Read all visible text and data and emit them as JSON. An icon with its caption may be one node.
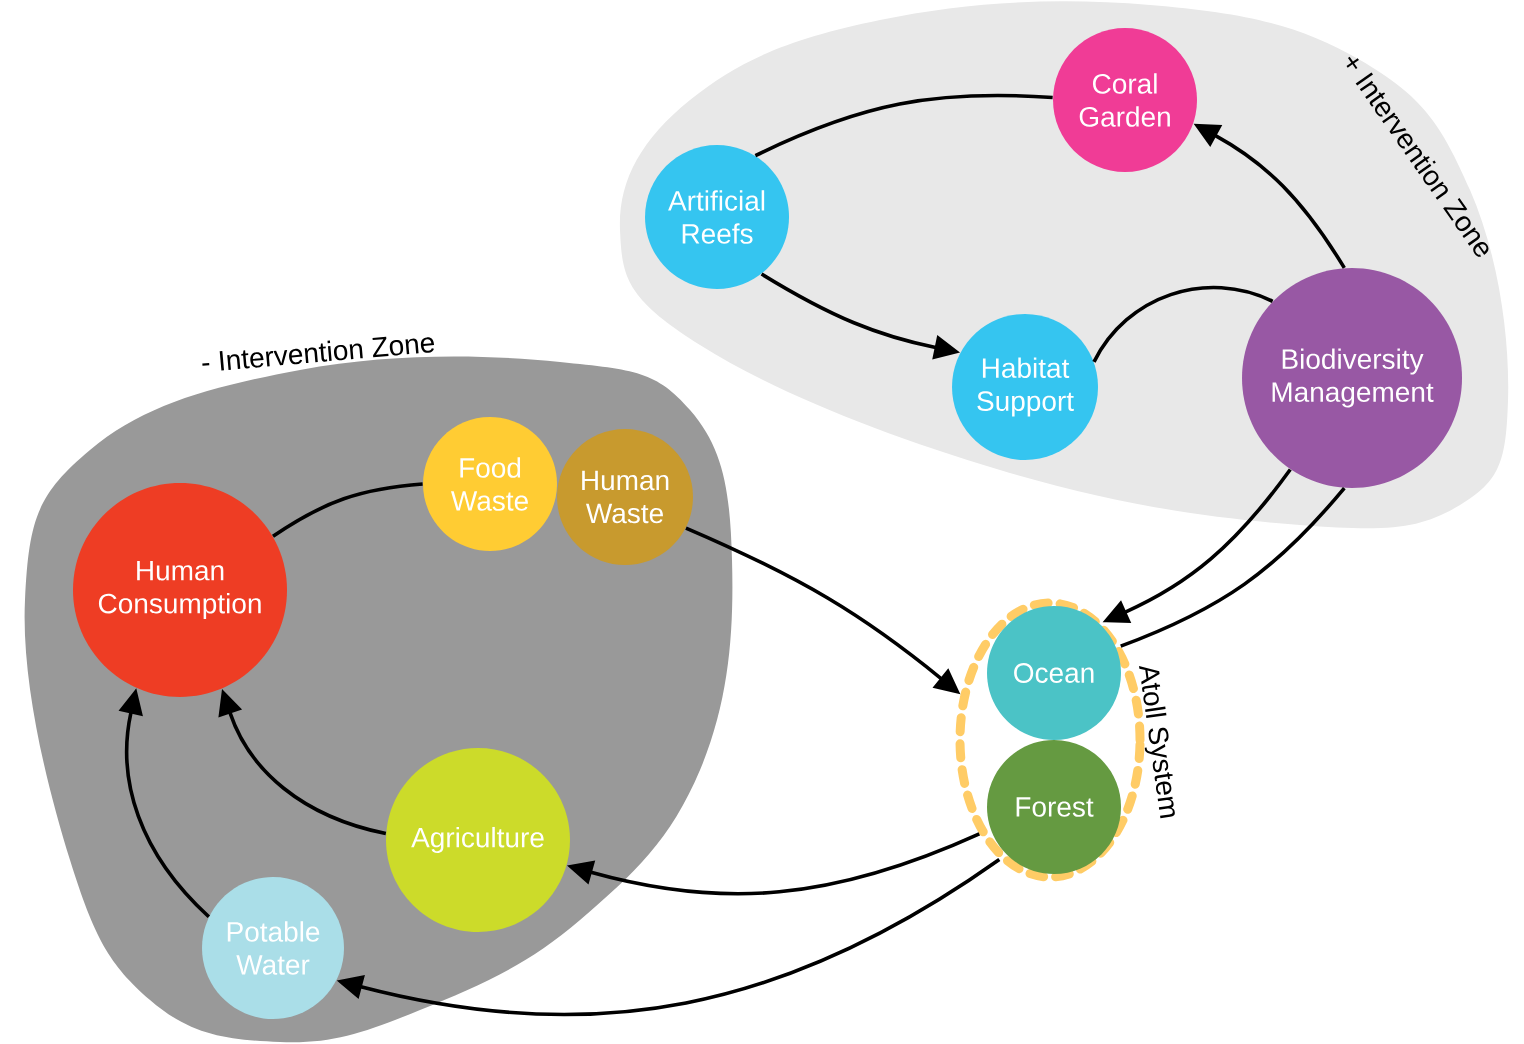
{
  "diagram": {
    "nodes": [
      {
        "text": [
          "+ Intervention Zone"
        ]
      },
      {
        "text": [
          "Coral Garden"
        ],
        "in": 0
      },
      {
        "text": [
          "Artificial Reefs"
        ],
        "in": 0
      },
      {
        "text": [
          "Habitat Support"
        ],
        "in": 0
      },
      {
        "text": [
          "Biodiversity Management"
        ],
        "in": 0
      },
      {
        "text": [
          "- Intervention Zone"
        ]
      },
      {
        "text": [
          "Food Waste"
        ],
        "in": 5
      },
      {
        "text": [
          "Human Waste"
        ],
        "in": 5
      },
      {
        "text": [
          "Human Consumption"
        ],
        "in": 5
      },
      {
        "text": [
          "Agriculture"
        ],
        "in": 5
      },
      {
        "text": [
          "Potable Water"
        ],
        "in": 5
      },
      {
        "text": [
          "Atoll System"
        ]
      },
      {
        "text": [
          "Ocean"
        ],
        "in": 11
      },
      {
        "text": [
          "Forest"
        ],
        "in": 11
      }
    ],
    "edges": [
      {
        "from": 2,
        "to": 1,
        "arrow": "none"
      },
      {
        "from": 2,
        "to": 3,
        "arrow": "to"
      },
      {
        "from": 4,
        "to": 1,
        "arrow": "to"
      },
      {
        "from": 3,
        "to": 4,
        "arrow": "none"
      },
      {
        "from": 4,
        "to": 11,
        "arrow": "to"
      },
      {
        "from": 4,
        "to": 11,
        "arrow": "none"
      },
      {
        "from": 7,
        "to": 11,
        "arrow": "to"
      },
      {
        "from": 6,
        "to": 8,
        "arrow": "none"
      },
      {
        "from": 9,
        "to": 8,
        "arrow": "to"
      },
      {
        "from": 10,
        "to": 8,
        "arrow": "to"
      },
      {
        "from": 11,
        "to": 9,
        "arrow": "to"
      },
      {
        "from": 11,
        "to": 10,
        "arrow": "to"
      }
    ]
  }
}
